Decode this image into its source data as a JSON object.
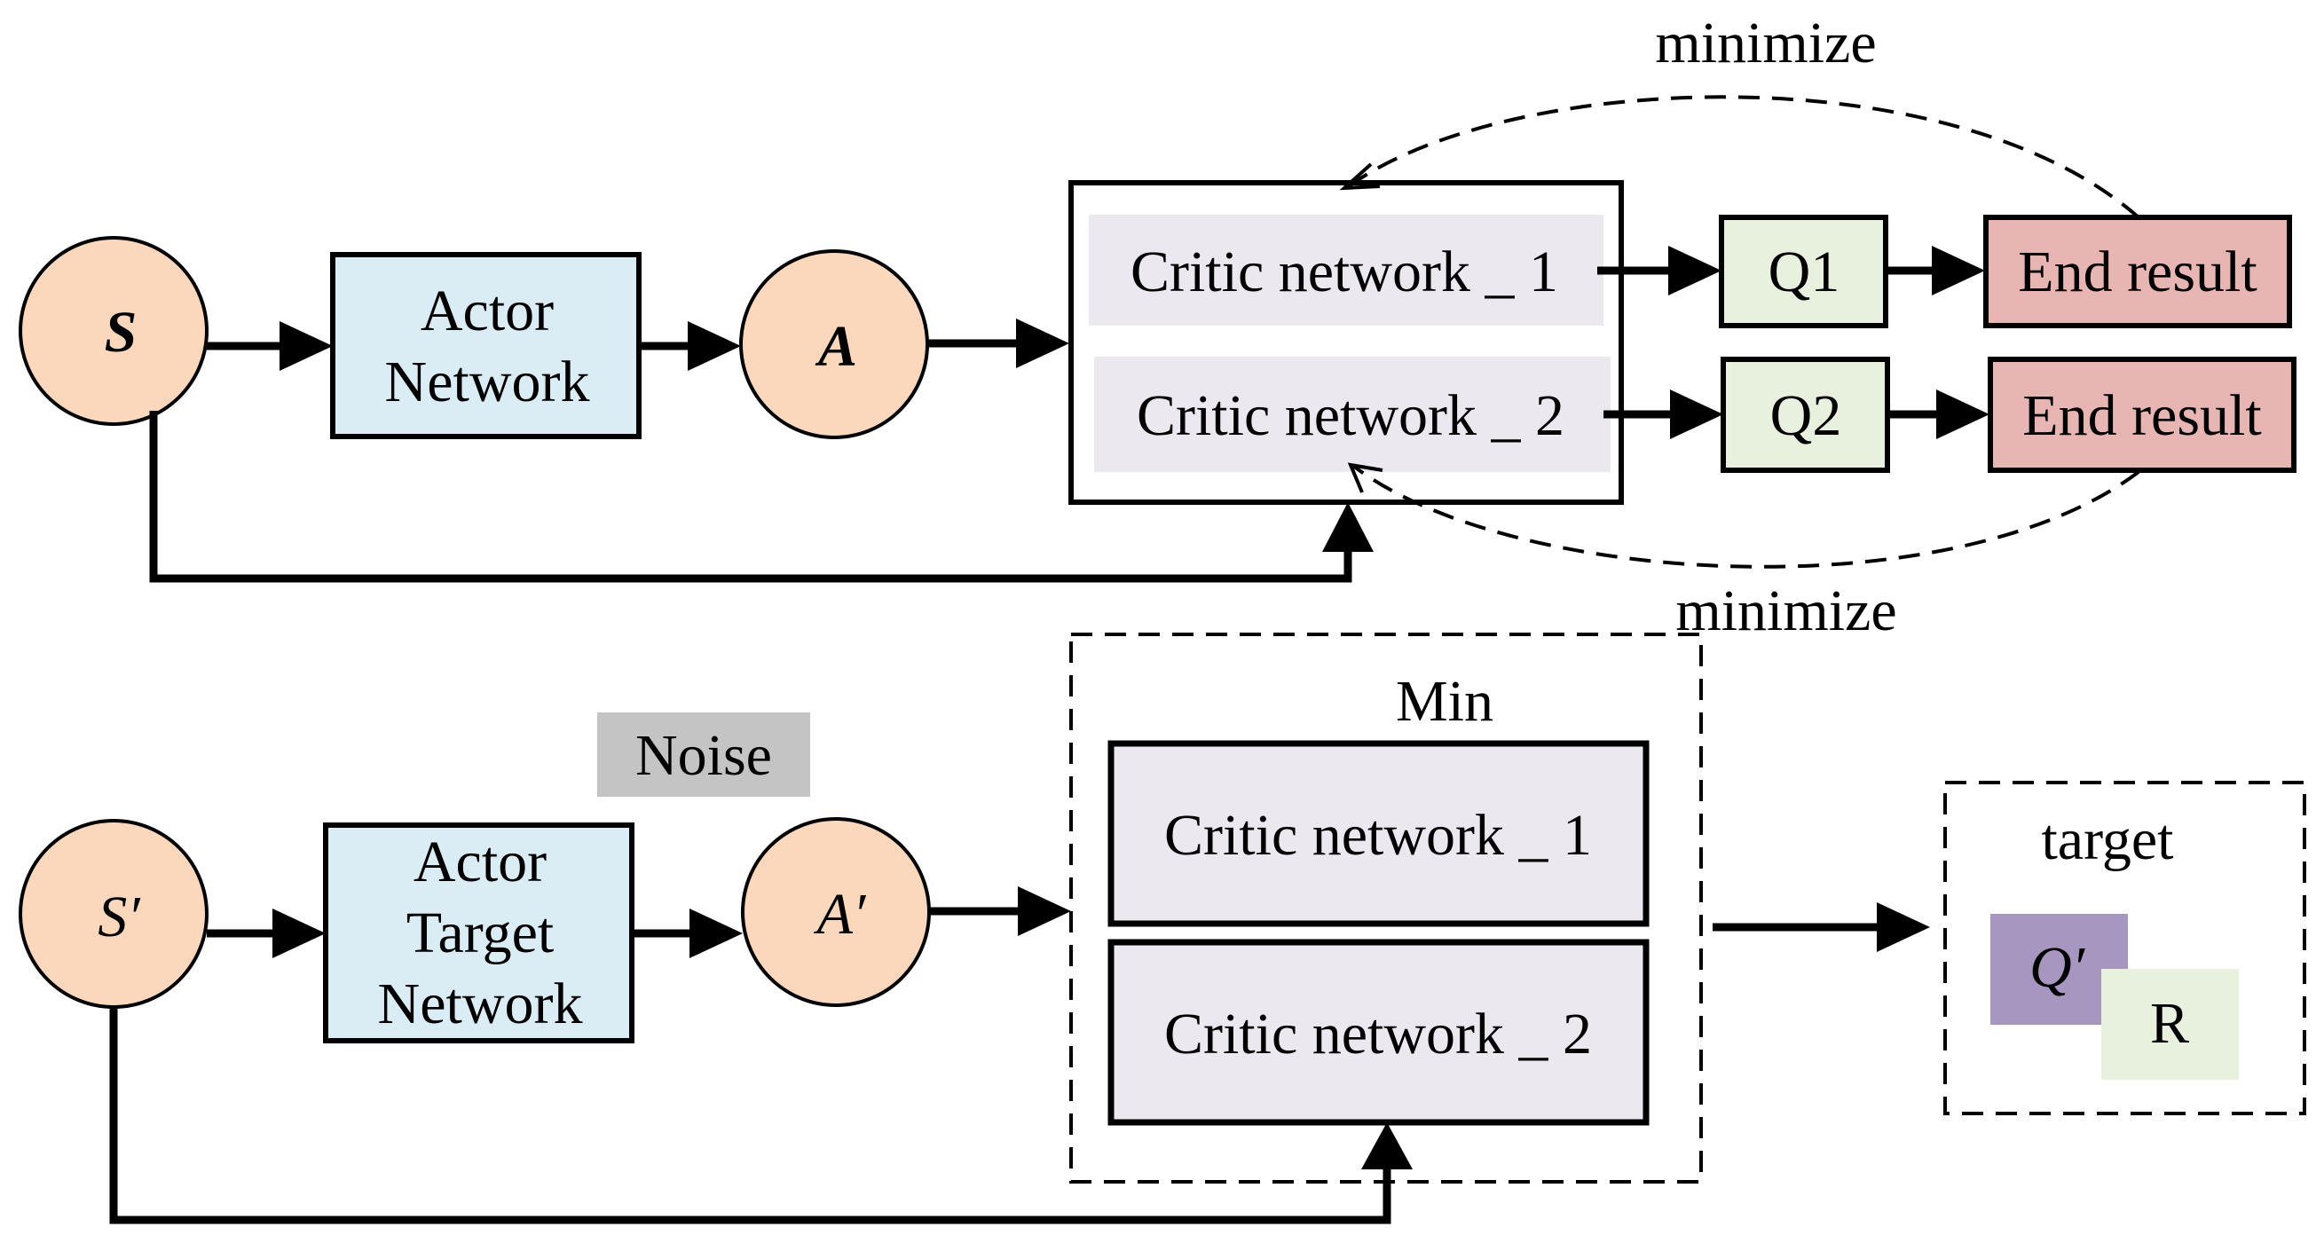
{
  "top": {
    "state": "S",
    "actor_line1": "Actor",
    "actor_line2": "Network",
    "action": "A",
    "critic1": "Critic network _ 1",
    "critic2": "Critic network _ 2",
    "q1": "Q1",
    "q2": "Q2",
    "end1": "End result",
    "end2": "End result",
    "minimize_top": "minimize",
    "minimize_bottom": "minimize"
  },
  "bottom": {
    "state": "S′",
    "noise": "Noise",
    "actor_line1": "Actor",
    "actor_line2": "Target",
    "actor_line3": "Network",
    "action": "A′",
    "min": "Min",
    "critic1": "Critic network _ 1",
    "critic2": "Critic network _ 2",
    "target": "target",
    "qprime": "Q′",
    "r": "R"
  },
  "colors": {
    "state_fill": "#fbd8bc",
    "actor_fill": "#daedf4",
    "critic_fill": "#ebe8f0",
    "critic_top_fill": "#ebe9ef",
    "q_fill": "#e8f1de",
    "end_fill": "#e8b6b2",
    "noise_fill": "#c4c4c4",
    "qprime_fill": "#a796bf",
    "r_fill": "#e8f1de"
  }
}
